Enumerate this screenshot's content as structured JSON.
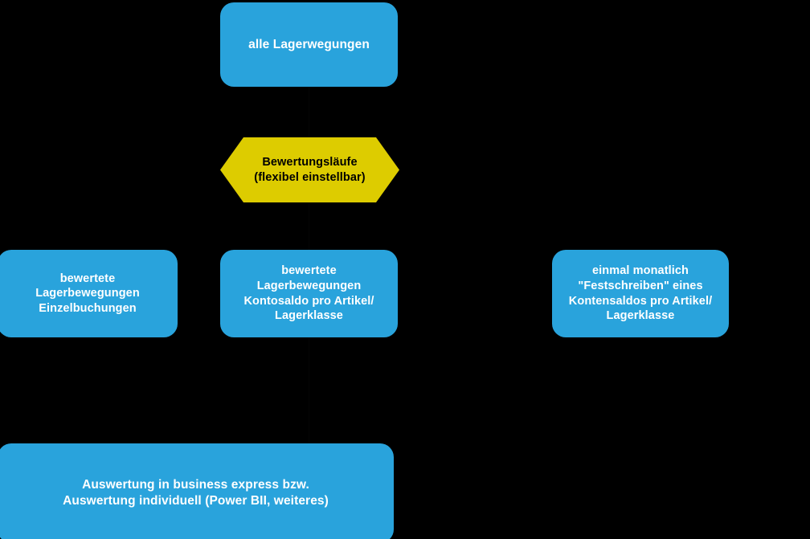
{
  "diagram": {
    "background_color": "#000000",
    "node_fill_blue": "#29a3dc",
    "node_fill_yellow": "#ddcc00",
    "text_color_on_blue": "#ffffff",
    "text_color_on_yellow": "#000000",
    "nodes": [
      {
        "id": "all-movements",
        "shape": "rounded-rectangle",
        "color": "#29a3dc",
        "label": "alle Lagerwegungen"
      },
      {
        "id": "valuation-runs",
        "shape": "hexagon",
        "color": "#ddcc00",
        "label": "Bewertungsläufe\n(flexibel einstellbar)"
      },
      {
        "id": "valued-single",
        "shape": "rounded-rectangle",
        "color": "#29a3dc",
        "label": "bewertete\nLagerbewegungen\nEinzelbuchungen"
      },
      {
        "id": "valued-balance",
        "shape": "rounded-rectangle",
        "color": "#29a3dc",
        "label": "bewertete\nLagerbewegungen\nKontosaldo pro Artikel/\nLagerklasse"
      },
      {
        "id": "monthly-fix",
        "shape": "rounded-rectangle",
        "color": "#29a3dc",
        "label": "einmal monatlich\n\"Festschreiben\" eines\nKontensaldos pro Artikel/\nLagerklasse"
      },
      {
        "id": "evaluation",
        "shape": "rounded-rectangle",
        "color": "#29a3dc",
        "label": "Auswertung in business express bzw.\nAuswertung individuell (Power BII, weiteres)"
      }
    ],
    "connectors": [
      {
        "id": "top-to-hex",
        "from": "all-movements",
        "to": "valuation-runs"
      },
      {
        "id": "hex-to-mid",
        "from": "valuation-runs",
        "to": "valued-balance"
      },
      {
        "id": "mid-to-bottom",
        "from": "valued-balance",
        "to": "evaluation"
      }
    ]
  }
}
